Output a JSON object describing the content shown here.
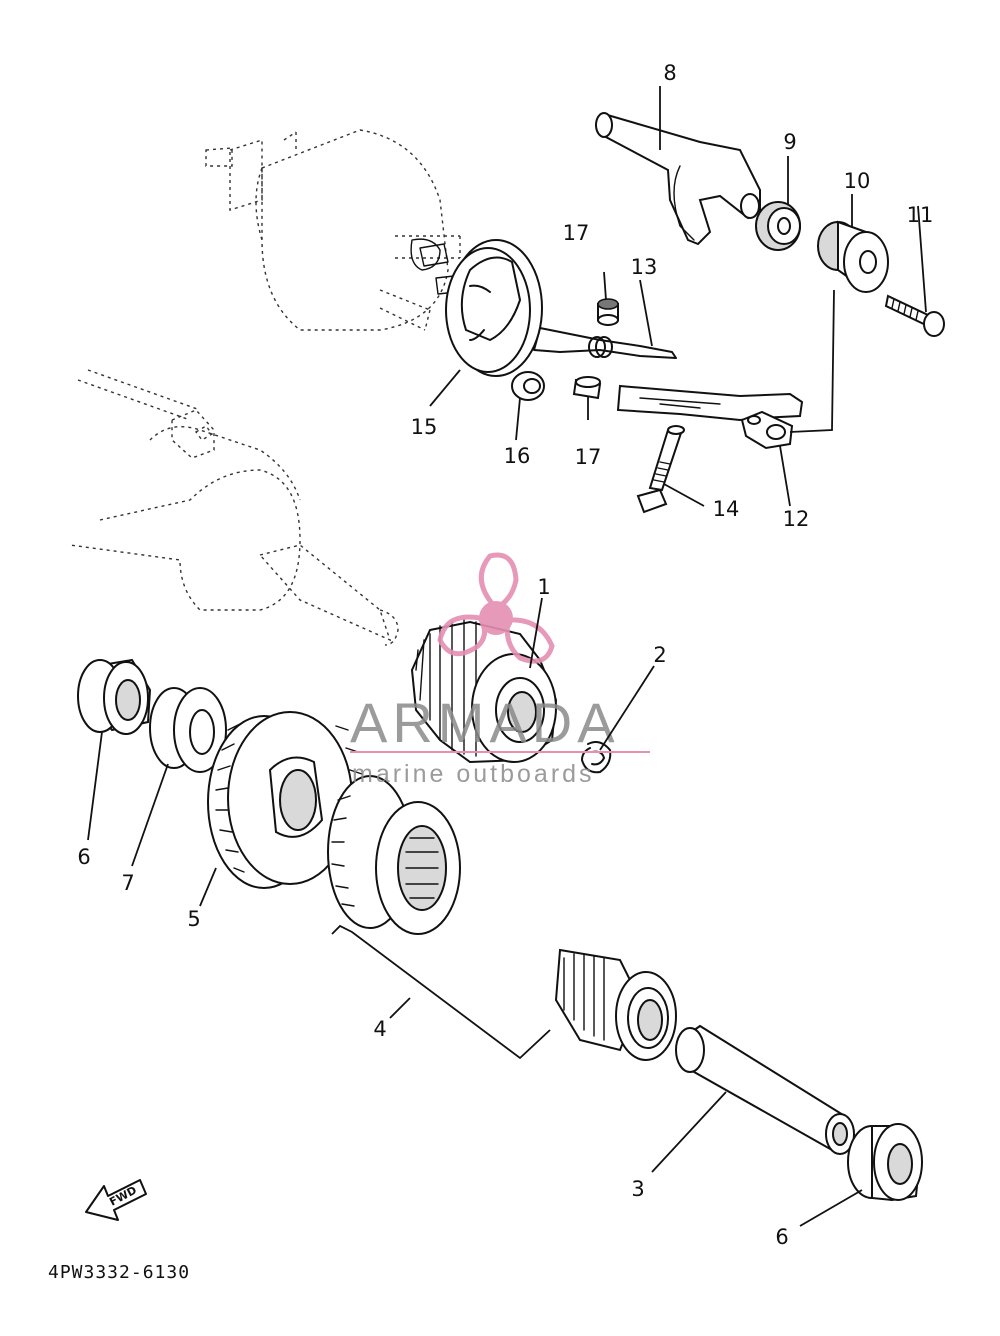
{
  "diagram_code": "4PW3332-6130",
  "fwd_label": "FWD",
  "watermark": {
    "brand": "ARMADA",
    "tagline": "marine outboards",
    "accent_color": "#e58fb3",
    "text_color": "#8a8a8a"
  },
  "callouts": {
    "c1": "1",
    "c2": "2",
    "c3": "3",
    "c4": "4",
    "c5": "5",
    "c6a": "6",
    "c6b": "6",
    "c7": "7",
    "c8": "8",
    "c9": "9",
    "c10": "10",
    "c11": "11",
    "c12": "12",
    "c13": "13",
    "c14": "14",
    "c15": "15",
    "c16": "16",
    "c17a": "17",
    "c17b": "17"
  }
}
